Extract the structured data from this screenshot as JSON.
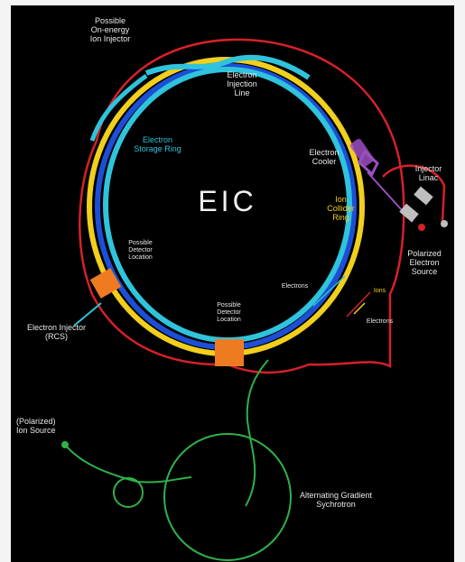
{
  "title": "EIC",
  "labels": {
    "ion_injector": "Possible\nOn-energy\nIon Injector",
    "electron_injection_line": "Electron\nInjection\nLine",
    "electron_storage_ring": "Electron\nStorage Ring",
    "electron_cooler": "Electron\nCooler",
    "injector_linac": "Injector\nLinac",
    "ion_collider_ring": "Ion\nCollider\nRing",
    "polarized_electron_source": "Polarized\nElectron\nSource",
    "detector_left": "Possible\nDetector\nLocation",
    "detector_bottom": "Possible\nDetector\nLocation",
    "electrons_inner": "Electrons",
    "ions": "Ions",
    "electrons_outer": "Electrons",
    "electron_injector_rcs": "Electron Injector\n(RCS)",
    "polarized_ion_source": "(Polarized)\nIon Source",
    "ags": "Alternating Gradient\nSychrotron"
  },
  "colors": {
    "background": "#000000",
    "red_ring": "#d42129",
    "yellow_ring": "#f1cf1d",
    "cyan_ring": "#2fc3dc",
    "blue_ring": "#1c4fd6",
    "green_ags": "#2fb14a",
    "orange_detector": "#ee7b22",
    "purple_cooler": "#9b4fc2",
    "linac_gray": "#bfbfbf"
  }
}
